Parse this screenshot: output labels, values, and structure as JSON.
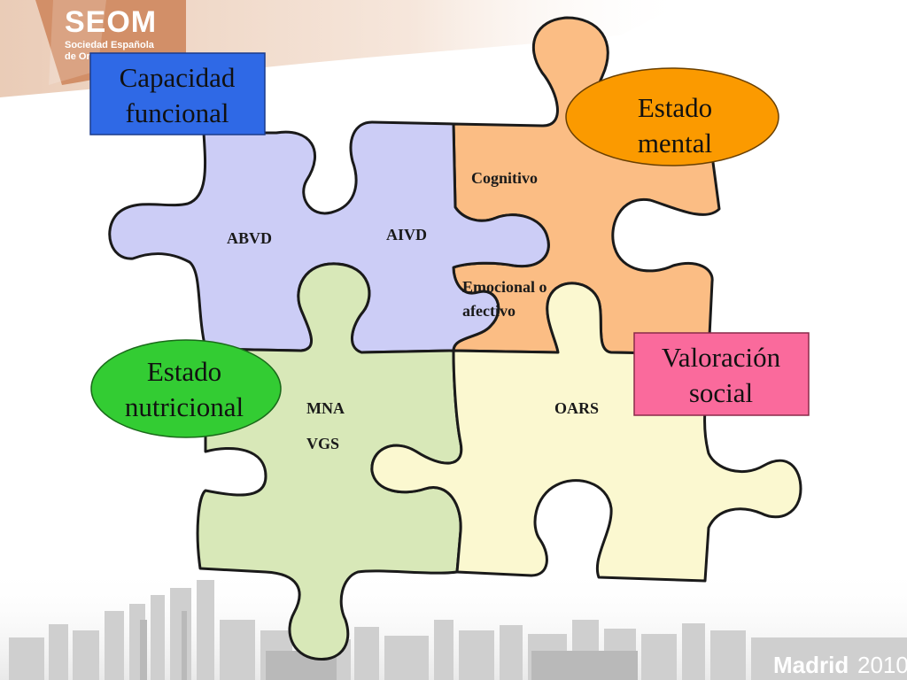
{
  "logo": {
    "name": "SEOM",
    "line1": "Sociedad Española",
    "line2": "de On"
  },
  "footer": {
    "city": "Madrid",
    "year": "2010"
  },
  "pieces": {
    "blue": {
      "label1": "ABVD",
      "label2": "AIVD"
    },
    "orange": {
      "label1": "Cognitivo",
      "label2_line1": "Emocional o",
      "label2_line2": "afectivo"
    },
    "green": {
      "label1": "MNA",
      "label2": "VGS"
    },
    "yellow": {
      "label1": "OARS"
    }
  },
  "callouts": {
    "capacidad": {
      "line1": "Capacidad",
      "line2": "funcional"
    },
    "mental": {
      "line1": "Estado",
      "line2": "mental"
    },
    "nutricional": {
      "line1": "Estado",
      "line2": "nutricional"
    },
    "social": {
      "line1": "Valoración",
      "line2": "social"
    }
  },
  "colors": {
    "blue_piece": "#cccdf6",
    "orange_piece": "#fbbd84",
    "green_piece": "#d8e8b8",
    "yellow_piece": "#fbf8d0",
    "capacidad_box": "#2f69e6",
    "mental_ellipse": "#fb9a00",
    "nutricional_ellipse": "#33cc33",
    "social_box": "#fa6a9c"
  }
}
